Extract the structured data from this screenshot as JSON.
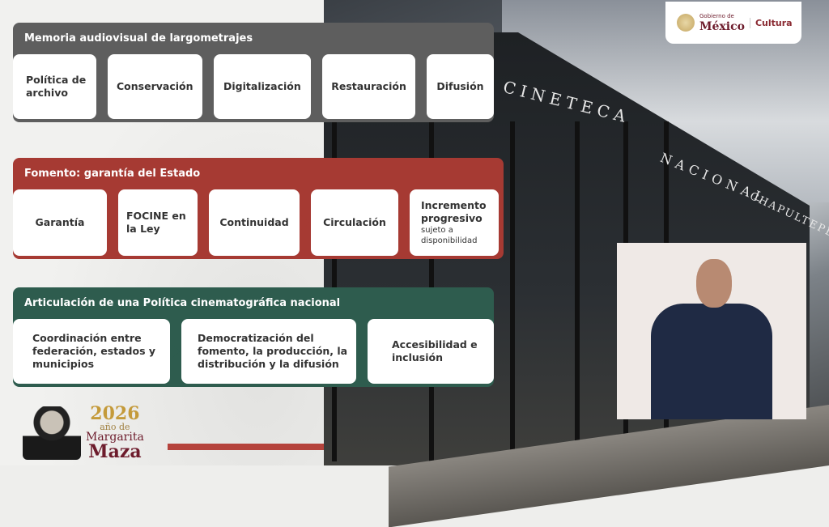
{
  "brand": {
    "gov_small": "Gobierno de",
    "gov_big": "México",
    "culture": "Cultura"
  },
  "building_sign": [
    "CINETECA",
    "NACIONAL",
    "CHAPULTEPEC"
  ],
  "sections": [
    {
      "title": "Memoria audiovisual de largometrajes",
      "steps": [
        {
          "label": "Política de archivo"
        },
        {
          "label": "Conservación"
        },
        {
          "label": "Digitalización"
        },
        {
          "label": "Restauración"
        },
        {
          "label": "Difusión"
        }
      ]
    },
    {
      "title": "Fomento: garantía del Estado",
      "steps": [
        {
          "label": "Garantía"
        },
        {
          "label": "FOCINE en la Ley"
        },
        {
          "label": "Continuidad"
        },
        {
          "label": "Circulación"
        },
        {
          "label": "Incremento progresivo",
          "sub": "sujeto a disponibilidad"
        }
      ]
    },
    {
      "title": "Articulación de una Política cinematográfica nacional",
      "steps": [
        {
          "label": "Coordinación entre federación, estados y municipios"
        },
        {
          "label": "Democratización del fomento, la producción, la distribución y la difusión"
        },
        {
          "label": "Accesibilidad e inclusión"
        }
      ]
    }
  ],
  "year_badge": {
    "year": "2026",
    "line2": "año de",
    "line3": "Margarita",
    "line4": "Maza"
  }
}
